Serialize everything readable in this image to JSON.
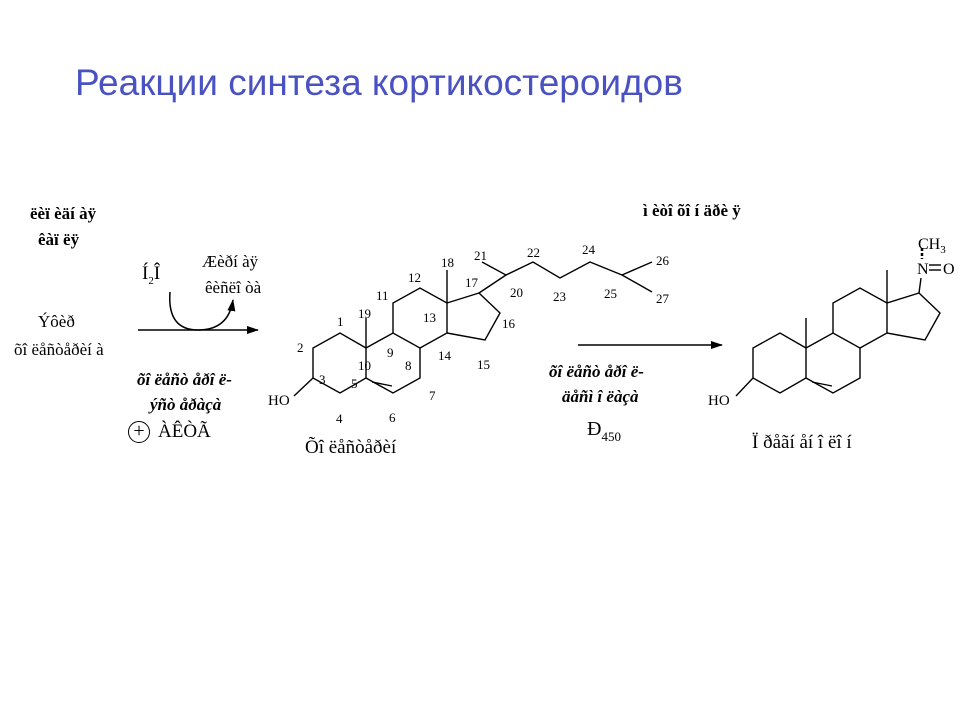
{
  "title": "Реакции синтеза кортикостероидов",
  "left_heading": [
    "ëèï èäí àÿ",
    "êàï ëÿ"
  ],
  "enzyme_left": [
    "Ýôèð",
    "õî ëåñòåðèí à"
  ],
  "cofactor": {
    "main": "Í",
    "sub": "2",
    "tail": "Î"
  },
  "byproduct": [
    "Æèðí àÿ",
    "êèñëî òà"
  ],
  "transport_protein": [
    "õî ëåñò åðî ë-",
    "ýñò åðàçà"
  ],
  "acth": {
    "plus": "+",
    "label": "ÀÊÒÃ"
  },
  "cholesterol_name": "Õî ëåñòåðèí",
  "right_heading": "ì èòî õî í äðè ÿ",
  "mito_enzyme": [
    "õî ëåñò åðî ë-",
    "äåñì î ëàçà"
  ],
  "p450": {
    "main": "Ð",
    "sub": "450"
  },
  "pregnenolone_name": "Ï ðåãí åí î ëî í",
  "ho_left": "HO",
  "ho_right": "HO",
  "ch3": {
    "main": "CH",
    "sub": "3"
  },
  "n_atom": "N",
  "o_atom": "O",
  "atom_numbers": [
    "1",
    "2",
    "3",
    "4",
    "5",
    "6",
    "7",
    "8",
    "9",
    "10",
    "11",
    "12",
    "13",
    "14",
    "15",
    "16",
    "17",
    "18",
    "19",
    "20",
    "21",
    "22",
    "23",
    "24",
    "25",
    "26",
    "27"
  ]
}
